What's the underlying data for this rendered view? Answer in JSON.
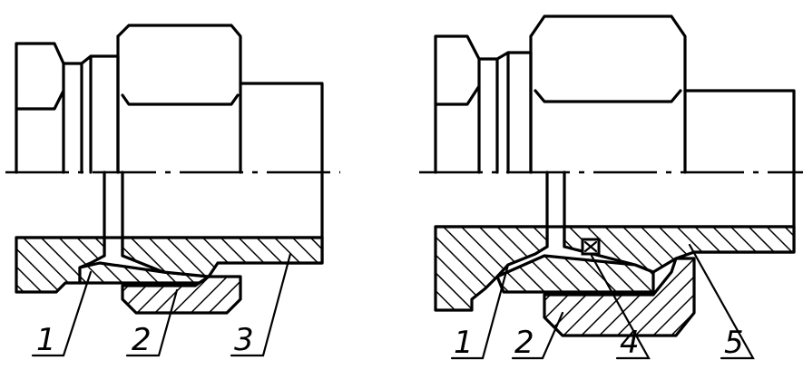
{
  "left_view": {
    "callouts": [
      "1",
      "2",
      "3"
    ]
  },
  "right_view": {
    "callouts": [
      "1",
      "2",
      "4",
      "5"
    ]
  }
}
